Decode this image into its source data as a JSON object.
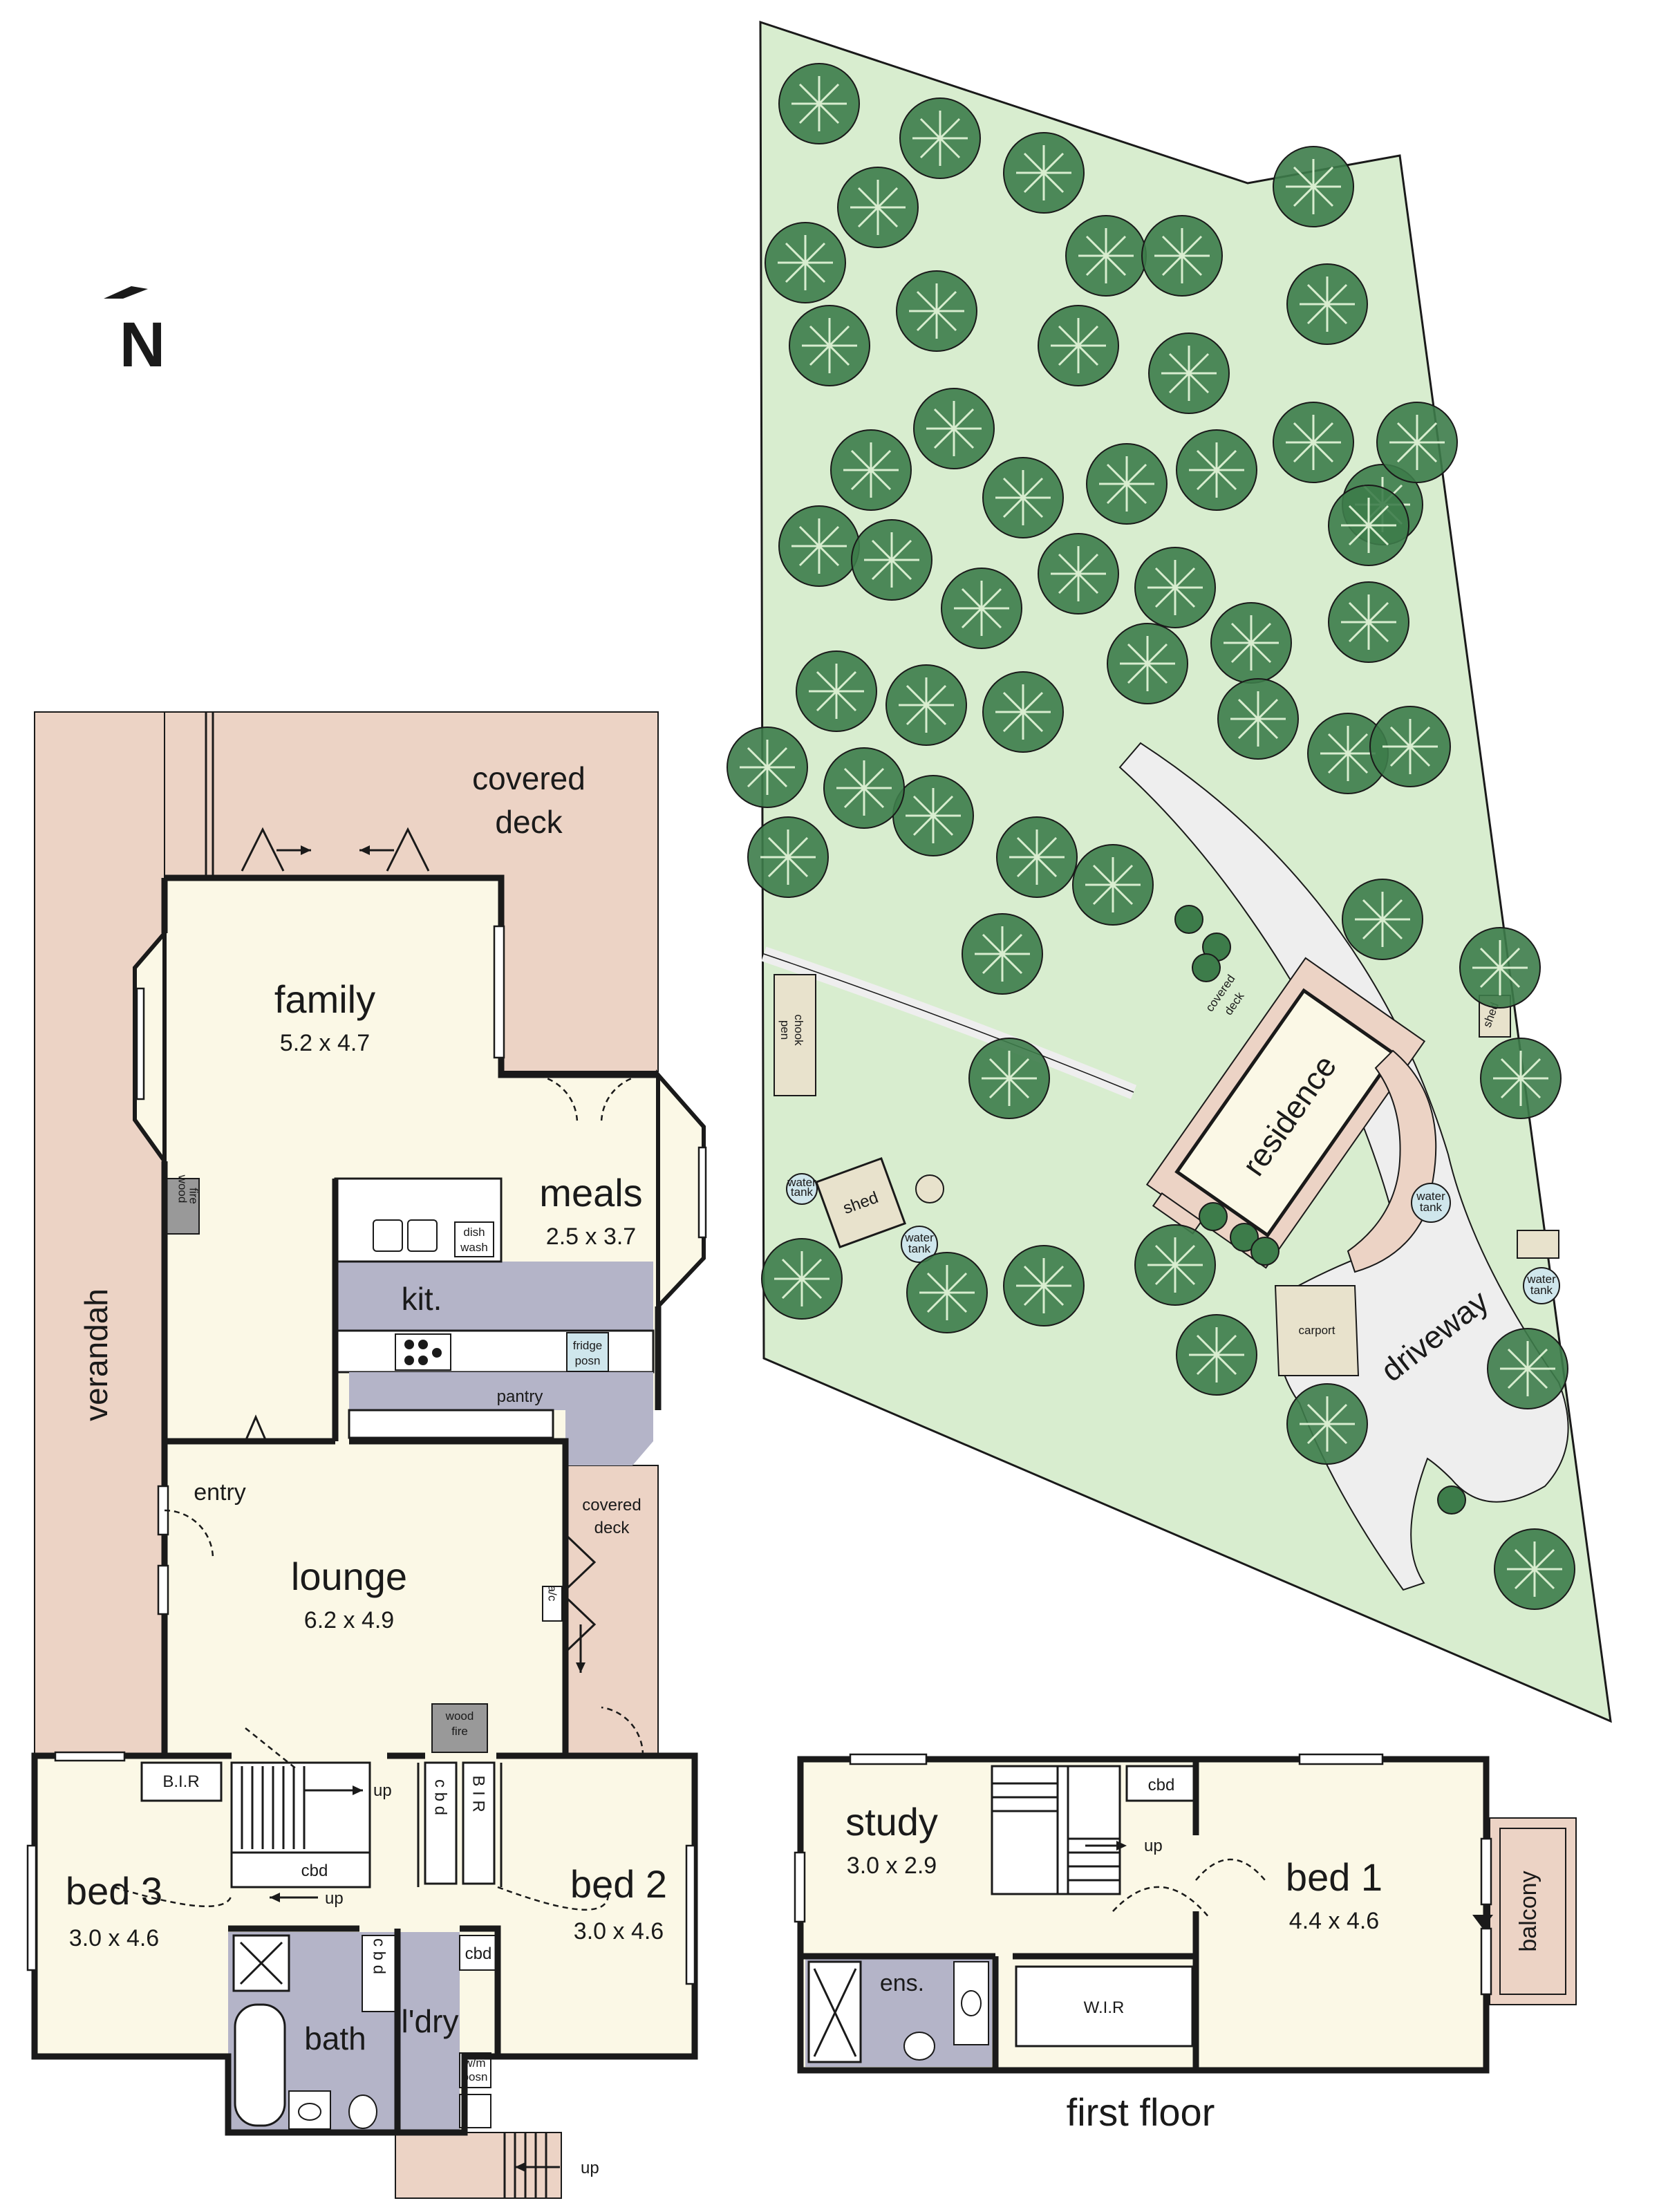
{
  "compass": {
    "letter": "N"
  },
  "colors": {
    "room_fill": "#fbf8e6",
    "deck_fill": "#ecd3c5",
    "wet_fill": "#b4b4c8",
    "grass_fill": "#d8edcf",
    "tree_fill": "#3d7c4a",
    "drive_fill": "#eeeeee",
    "wall": "#1a1a1a"
  },
  "ground_floor": {
    "covered_deck_top": {
      "line1": "covered",
      "line2": "deck"
    },
    "verandah": "verandah",
    "family": {
      "name": "family",
      "dims": "5.2 x 4.7"
    },
    "wood_fire_family": {
      "line1": "wood",
      "line2": "fire"
    },
    "meals": {
      "name": "meals",
      "dims": "2.5 x 3.7"
    },
    "kitchen": "kit.",
    "dishwasher": {
      "line1": "dish",
      "line2": "wash"
    },
    "fridge": {
      "line1": "fridge",
      "line2": "posn"
    },
    "pantry": "pantry",
    "entry": "entry",
    "lounge": {
      "name": "lounge",
      "dims": "6.2 x 4.9"
    },
    "covered_deck_side": {
      "line1": "covered",
      "line2": "deck"
    },
    "ac": "a/c",
    "wood_fire_lounge": {
      "line1": "wood",
      "line2": "fire"
    },
    "bir_bed3": "B.I.R",
    "bir_bed2": "B I R",
    "cbd_hall": "c b d",
    "cbd_stairs": "cbd",
    "up_stairs": "up",
    "up_hall": "up",
    "bed3": {
      "name": "bed 3",
      "dims": "3.0 x 4.6"
    },
    "bed2": {
      "name": "bed 2",
      "dims": "3.0 x 4.6"
    },
    "bath": "bath",
    "laundry": "l'dry",
    "cbd_bath": "c b d",
    "cbd_laundry": "cbd",
    "wm": {
      "line1": "w/m",
      "line2": "posn"
    },
    "up_rear": "up"
  },
  "first_floor": {
    "title": "first floor",
    "study": {
      "name": "study",
      "dims": "3.0 x 2.9"
    },
    "bed1": {
      "name": "bed 1",
      "dims": "4.4 x 4.6"
    },
    "ensuite": "ens.",
    "wir": "W.I.R",
    "cbd": "cbd",
    "up": "up",
    "balcony": "balcony"
  },
  "site": {
    "residence": "residence",
    "covered_deck": {
      "line1": "covered",
      "line2": "deck"
    },
    "shed_main": "shed",
    "shed_small": "shed",
    "chook_pen": {
      "line1": "chook",
      "line2": "pen"
    },
    "water_tanks": [
      {
        "line1": "water",
        "line2": "tank"
      },
      {
        "line1": "water",
        "line2": "tank"
      },
      {
        "line1": "water",
        "line2": "tank"
      },
      {
        "line1": "water",
        "line2": "tank"
      }
    ],
    "driveway": "driveway",
    "carport": "carport"
  }
}
